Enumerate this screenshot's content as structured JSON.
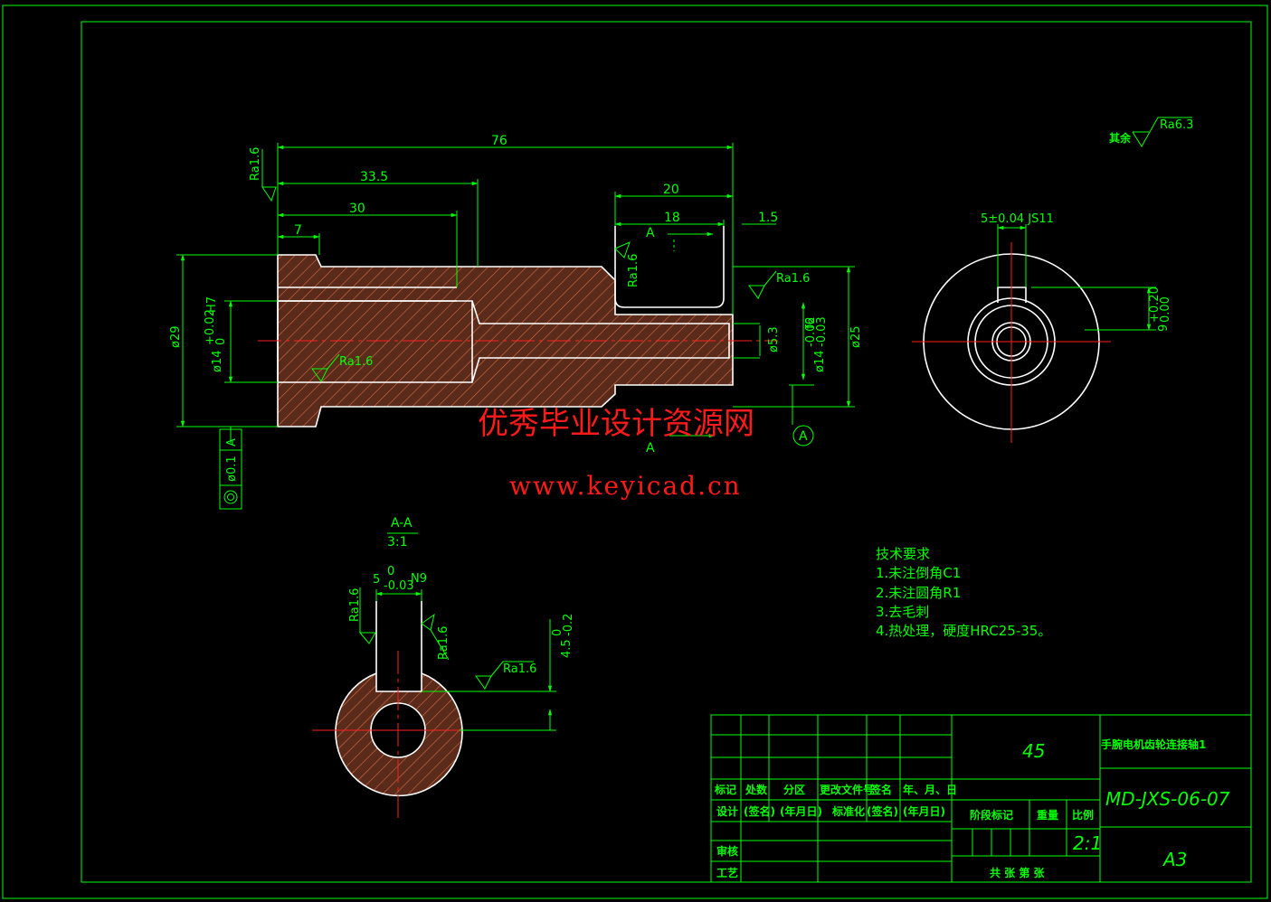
{
  "dimensions": {
    "d76": "76",
    "d335": "33.5",
    "d30": "30",
    "d7": "7",
    "d20": "20",
    "d18": "18",
    "d15": "1.5",
    "d29": "ø29",
    "d14h7": "ø14",
    "d14h7_upper": "+0.02",
    "d14h7_lower": "0",
    "d14h7_fit": "H7",
    "d53": "ø5.3",
    "d14f6": "ø14",
    "d14f6_upper": "-0.02",
    "d14f6_lower": "-0.03",
    "d14f6_fit": "f6",
    "d25": "ø25",
    "keyway_width_end": "5±0.04 JS11",
    "keyway_depth_end": "9",
    "keyway_depth_end_upper": "+0.20",
    "keyway_depth_end_lower": "0.00",
    "section_key_width": "5",
    "section_key_upper": "0",
    "section_key_lower": "-0.03",
    "section_key_fit": "N9",
    "section_depth": "4.5",
    "section_depth_upper": "0",
    "section_depth_lower": "-0.2"
  },
  "roughness": {
    "ra16": "Ra1.6",
    "ra63": "Ra6.3",
    "rest_label": "其余"
  },
  "tolerance": {
    "runout_value": "ø0.1",
    "datum": "A",
    "symbol": "◎"
  },
  "section": {
    "marker": "A",
    "title": "A-A",
    "scale": "3:1"
  },
  "tech_requirements": {
    "title": "技术要求",
    "items": [
      "1.未注倒角C1",
      "2.未注圆角R1",
      "3.去毛刺",
      "4.热处理，硬度HRC25-35。"
    ]
  },
  "watermark": {
    "line1": "优秀毕业设计资源网",
    "line2": "www.keyicad.cn"
  },
  "title_block": {
    "material": "45",
    "part_name": "手腕电机齿轮连接轴1",
    "drawing_no": "MD-JXS-06-07",
    "sheet_size": "A3",
    "scale_value": "2:1",
    "headers": {
      "mark": "标记",
      "count": "处数",
      "zone": "分区",
      "change_doc": "更改文件号",
      "sign": "签名",
      "date": "年、月、日",
      "design": "设计",
      "sign2": "(签名)",
      "date2": "(年月日)",
      "standard": "标准化",
      "sign3": "(签名)",
      "date3": "(年月日)",
      "stage": "阶段标记",
      "weight": "重量",
      "ratio": "比例",
      "review": "审核",
      "process": "工艺",
      "sheets": "共  张 第  张"
    }
  },
  "colors": {
    "background": "#000000",
    "frame": "#00ff00",
    "part_outline": "#ffffff",
    "centerline": "#ff2020",
    "hatch": "#c05030",
    "watermark": "#ff1a1a"
  }
}
